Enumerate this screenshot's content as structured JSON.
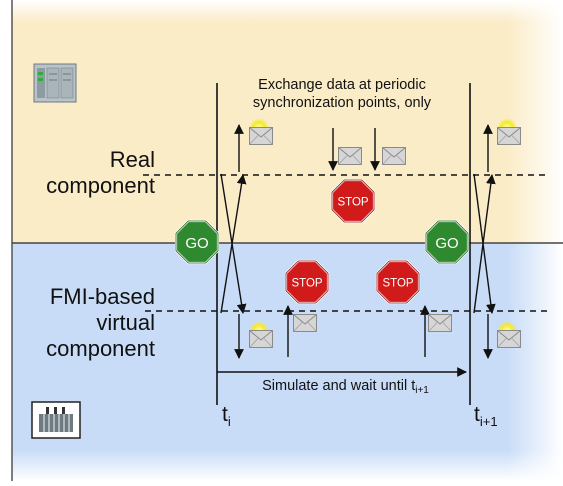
{
  "diagram": {
    "real_label_line1": "Real",
    "real_label_line2": "component",
    "virtual_label_line1": "FMI-based",
    "virtual_label_line2": "virtual",
    "virtual_label_line3": "component",
    "exchange_note_line1": "Exchange data at periodic",
    "exchange_note_line2": "synchronization points, only",
    "simulate_note": "Simulate and wait until t",
    "simulate_note_sub": "i+1",
    "time_ti": "t",
    "time_ti_sub": "i",
    "time_ti1": "t",
    "time_ti1_sub": "i+1",
    "go_label": "GO",
    "stop_label": "STOP",
    "colors": {
      "real_bg": "#fbecc8",
      "virtual_bg": "#c9dcf7",
      "go": "#2f8a2f",
      "stop": "#d11a1a",
      "envelope": "#cfcfcf",
      "light": "#f4ea2a"
    }
  }
}
